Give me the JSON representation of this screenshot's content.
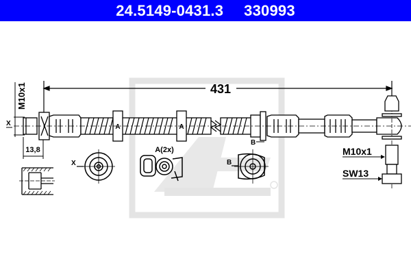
{
  "header": {
    "part_number": "24.5149-0431.3",
    "reference_number": "330993",
    "background_color": "#0000ff",
    "text_color": "#ffffff"
  },
  "drawing": {
    "type": "brake-hose-technical-drawing",
    "watermark": "ATE",
    "watermark_color": "#e6e6e6",
    "dimensions": {
      "overall_length": "431",
      "left_thread": "M10x1",
      "left_fitting_length": "13,8",
      "right_thread": "M10x1",
      "right_wrench_size": "SW13"
    },
    "markers": {
      "x_label": "X",
      "a_label": "A",
      "b_label": "B",
      "clip_label": "A(2x)"
    },
    "views": [
      {
        "name": "section-x",
        "label": "X"
      },
      {
        "name": "clip-a",
        "label": "A(2x)"
      },
      {
        "name": "section-b",
        "label": "B"
      }
    ]
  }
}
